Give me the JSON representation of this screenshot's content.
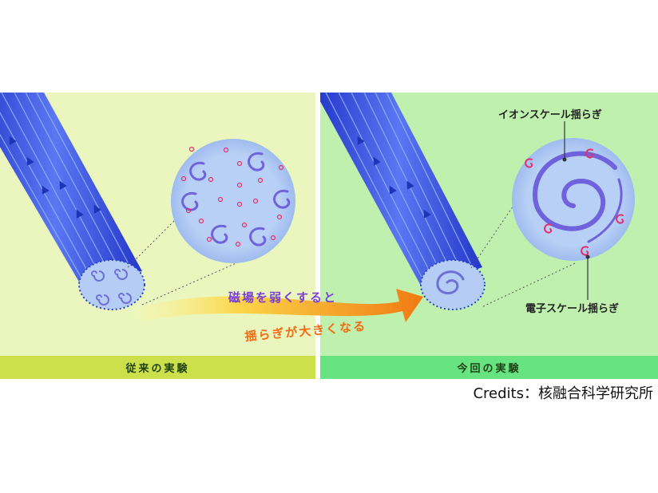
{
  "panels": {
    "left": {
      "caption": "従来の実験"
    },
    "right": {
      "caption": "今回の実験"
    }
  },
  "arrow": {
    "top_text": "磁場を弱くすると",
    "bottom_text": "揺らぎが大きくなる"
  },
  "labels": {
    "ion_scale": "イオンスケール揺らぎ",
    "electron_scale": "電子スケール揺らぎ"
  },
  "credits": "Credits：核融合科学研究所",
  "colors": {
    "left_background": "#eaf6bd",
    "right_background": "#bff0ad",
    "left_caption_bar": "#cce04c",
    "right_caption_bar": "#67e382",
    "tube_blue": "#3a55e6",
    "zoom_circle": "#b3ccf3",
    "ion_swirl": "#7b68e2",
    "electron_swirl": "#e0326a",
    "arrow_start": "#fff27a",
    "arrow_end": "#f07a12",
    "arrow_top_text": "#7a3fd6",
    "arrow_bottom_text": "#f26b12"
  }
}
